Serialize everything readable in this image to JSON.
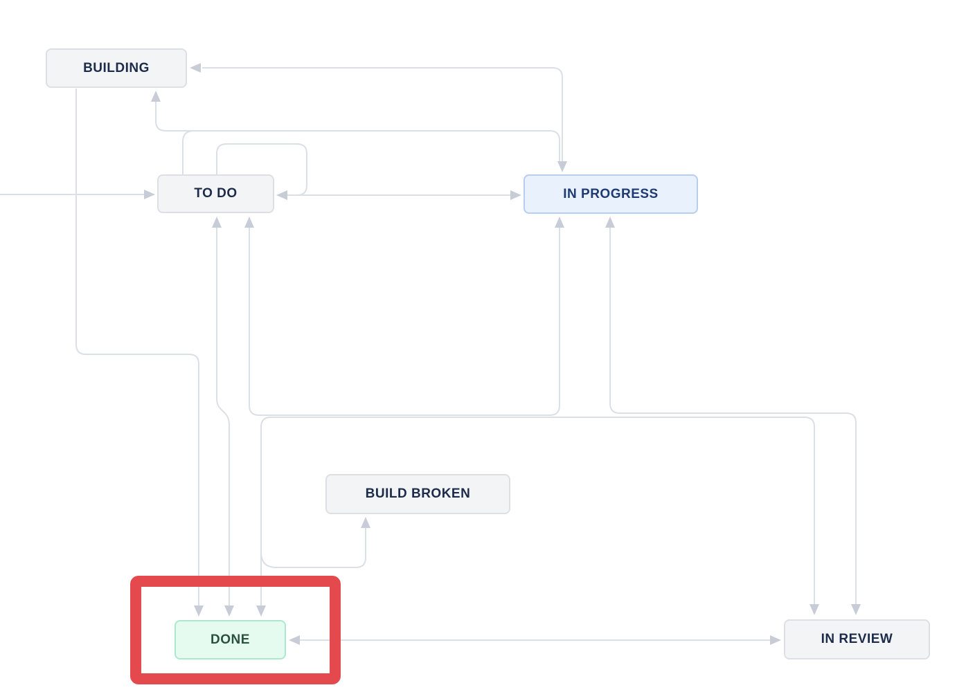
{
  "diagram": {
    "type": "workflow-status-diagram",
    "statuses": [
      {
        "id": "building",
        "label": "BUILDING",
        "style": "default"
      },
      {
        "id": "todo",
        "label": "TO DO",
        "style": "default"
      },
      {
        "id": "in-progress",
        "label": "IN PROGRESS",
        "style": "info"
      },
      {
        "id": "build-broken",
        "label": "BUILD BROKEN",
        "style": "default"
      },
      {
        "id": "done",
        "label": "DONE",
        "style": "success"
      },
      {
        "id": "in-review",
        "label": "IN REVIEW",
        "style": "default"
      }
    ],
    "highlight": {
      "target": "DONE",
      "shape": "thick-red-rectangle",
      "color": "#e4494e"
    },
    "arrows_into": [
      {
        "status": "BUILDING",
        "sides": [
          "right",
          "bottom"
        ]
      },
      {
        "status": "TO DO",
        "sides": [
          "left",
          "right",
          "bottom",
          "bottom"
        ]
      },
      {
        "status": "IN PROGRESS",
        "sides": [
          "left",
          "top",
          "bottom",
          "bottom"
        ]
      },
      {
        "status": "BUILD BROKEN",
        "sides": [
          "bottom"
        ]
      },
      {
        "status": "DONE",
        "sides": [
          "top",
          "top",
          "top",
          "right"
        ]
      },
      {
        "status": "IN REVIEW",
        "sides": [
          "left",
          "top",
          "top"
        ]
      }
    ],
    "edges": [
      {
        "from": "offscreen-left",
        "to": "TO DO",
        "route": "horizontal from left edge into TO DO left side"
      },
      {
        "from": "TO DO",
        "to": "TO DO",
        "route": "self loop above node into right side"
      },
      {
        "from": "TO DO",
        "to": "IN PROGRESS",
        "route": "direct horizontal, arrowheads both ends (reverse transition overlaps)"
      },
      {
        "from": "IN PROGRESS",
        "to": "BUILDING",
        "route": "top horizontal into BUILDING right side"
      },
      {
        "from": "TO DO",
        "to": "BUILDING",
        "route": "up from TO DO top, left, up into BUILDING bottom"
      },
      {
        "from": "BUILDING",
        "to": "IN PROGRESS",
        "route": "horizontal then down into IN PROGRESS top"
      },
      {
        "from": "BUILDING",
        "to": "DONE",
        "route": "down left side, right at mid, down into DONE top"
      },
      {
        "from": "DONE",
        "to": "TO DO",
        "route": "vertical with jog, arrowheads both ends (reverse transition overlaps)"
      },
      {
        "from": "TO DO",
        "to": "IN PROGRESS",
        "route": "down, right along y~600, up into IN PROGRESS bottom, arrowheads both ends"
      },
      {
        "from": "IN PROGRESS",
        "to": "IN REVIEW",
        "route": "down, right along y~597, down into IN REVIEW top, arrowheads both ends"
      },
      {
        "from": "IN REVIEW",
        "to": "DONE",
        "route": "up, left along y~603, down into DONE top, arrowheads both ends"
      },
      {
        "from": "DONE",
        "to": "IN REVIEW",
        "route": "bottom horizontal, arrowheads both ends"
      },
      {
        "from": "done-route",
        "to": "BUILD BROKEN",
        "route": "branch right along y~820 then up into BUILD BROKEN bottom"
      }
    ],
    "colors": {
      "background": "#ffffff",
      "line": "#dbdfe6",
      "arrowhead": "#c7ccd7",
      "highlight": "#e4494e",
      "default_bg": "#f3f4f6",
      "default_border": "#dcdfe4",
      "default_text": "#1c2b4a",
      "info_bg": "#e9f1fc",
      "info_border": "#b8cdf0",
      "info_text": "#1e3a73",
      "success_bg": "#e6fbf0",
      "success_border": "#abe8cd",
      "success_text": "#2a5040"
    }
  }
}
